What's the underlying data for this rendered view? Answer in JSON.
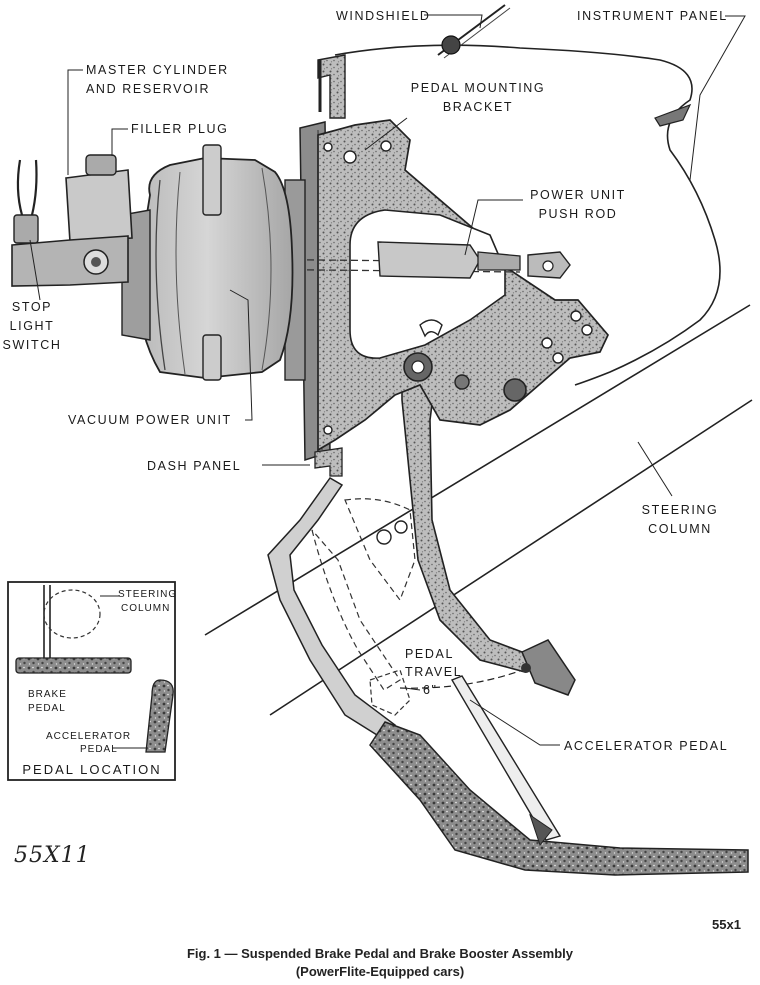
{
  "labels": {
    "windshield": "WINDSHIELD",
    "instrument_panel": "INSTRUMENT PANEL",
    "master_cylinder": [
      "MASTER CYLINDER",
      "AND RESERVOIR"
    ],
    "filler_plug": "FILLER PLUG",
    "pedal_mounting_bracket": [
      "PEDAL MOUNTING",
      "BRACKET"
    ],
    "power_unit_push_rod": [
      "POWER UNIT",
      "PUSH ROD"
    ],
    "stop_light_switch": [
      "STOP",
      "LIGHT",
      "SWITCH"
    ],
    "vacuum_power_unit": "VACUUM POWER UNIT",
    "dash_panel": "DASH PANEL",
    "steering_column": [
      "STEERING",
      "COLUMN"
    ],
    "pedal_travel": [
      "PEDAL",
      "TRAVEL",
      "6\""
    ],
    "accelerator_pedal": "ACCELERATOR PEDAL"
  },
  "inset": {
    "steering_column": [
      "STEERING",
      "COLUMN"
    ],
    "brake_pedal": [
      "BRAKE",
      "PEDAL"
    ],
    "accelerator_pedal": [
      "ACCELERATOR",
      "PEDAL"
    ],
    "title": "PEDAL LOCATION"
  },
  "handwritten_code": "55X11",
  "figure_code": "55x1",
  "caption": {
    "line1": "Fig. 1 — Suspended Brake Pedal and Brake Booster Assembly",
    "line2": "(PowerFlite-Equipped cars)"
  }
}
